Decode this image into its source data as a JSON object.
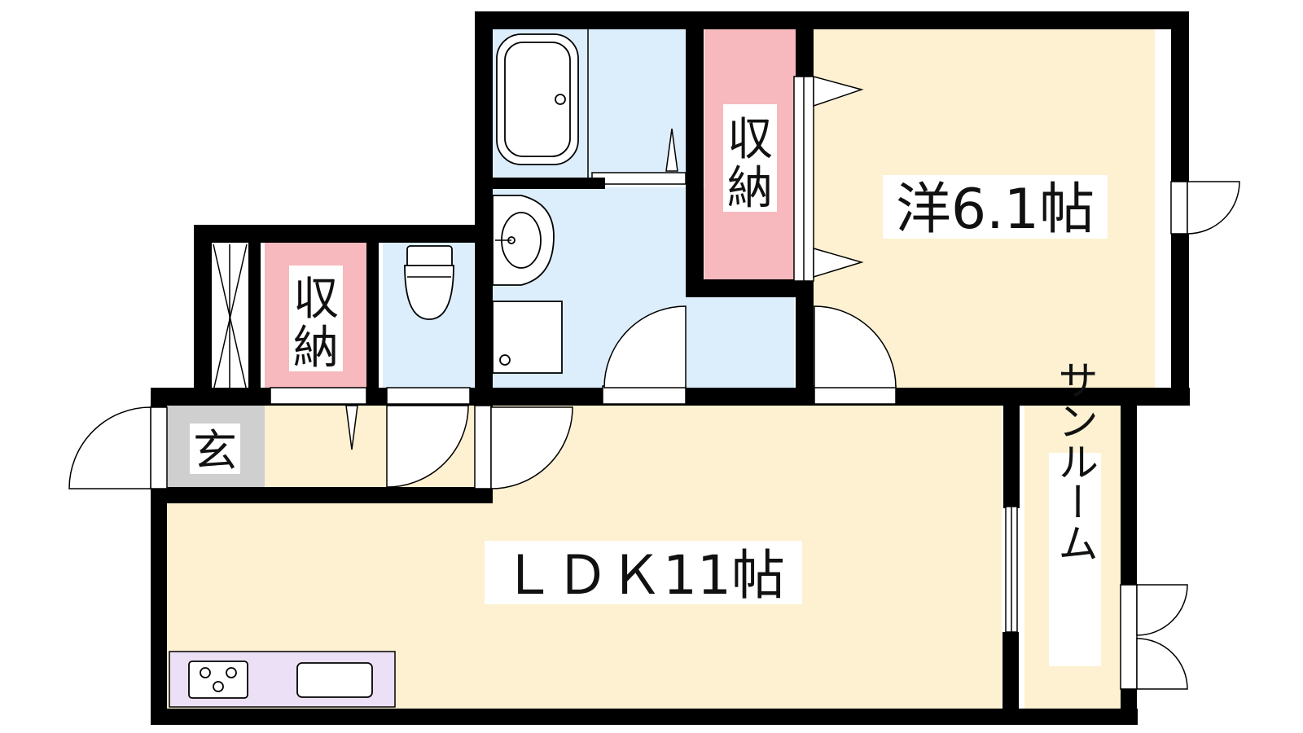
{
  "rooms": {
    "ldk": {
      "label": "ＬＤＫ11帖"
    },
    "western": {
      "label": "洋6.1帖"
    },
    "storage_top": {
      "label_line1": "収",
      "label_line2": "納"
    },
    "storage_left": {
      "label_line1": "収",
      "label_line2": "納"
    },
    "entrance": {
      "label": "玄"
    },
    "sunroom": {
      "label": "サンルーム"
    }
  },
  "colors": {
    "living_floor": "#fdf1d1",
    "wet_area": "#dceefc",
    "storage": "#f7b9bd",
    "entrance": "#cfcfcf",
    "kitchen_counter": "#ece0f6",
    "wall": "#000000"
  },
  "icons": [
    "bathtub-icon",
    "washbasin-icon",
    "toilet-icon",
    "washing-machine-pan-icon",
    "stove-burner-icon",
    "kitchen-sink-icon",
    "shoe-cabinet-icon"
  ]
}
